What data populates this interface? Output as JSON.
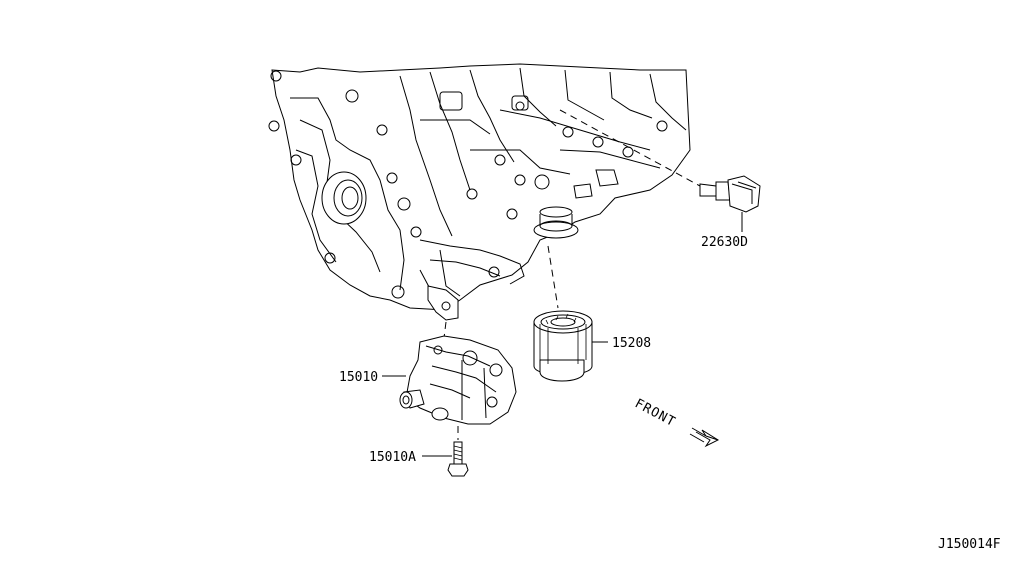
{
  "diagram": {
    "parts": [
      {
        "id": "sensor",
        "label": "22630D"
      },
      {
        "id": "oil-filter",
        "label": "15208"
      },
      {
        "id": "oil-pump",
        "label": "15010"
      },
      {
        "id": "bolt",
        "label": "15010A"
      }
    ],
    "direction_marker": "FRONT",
    "figure_code": "J150014F"
  }
}
